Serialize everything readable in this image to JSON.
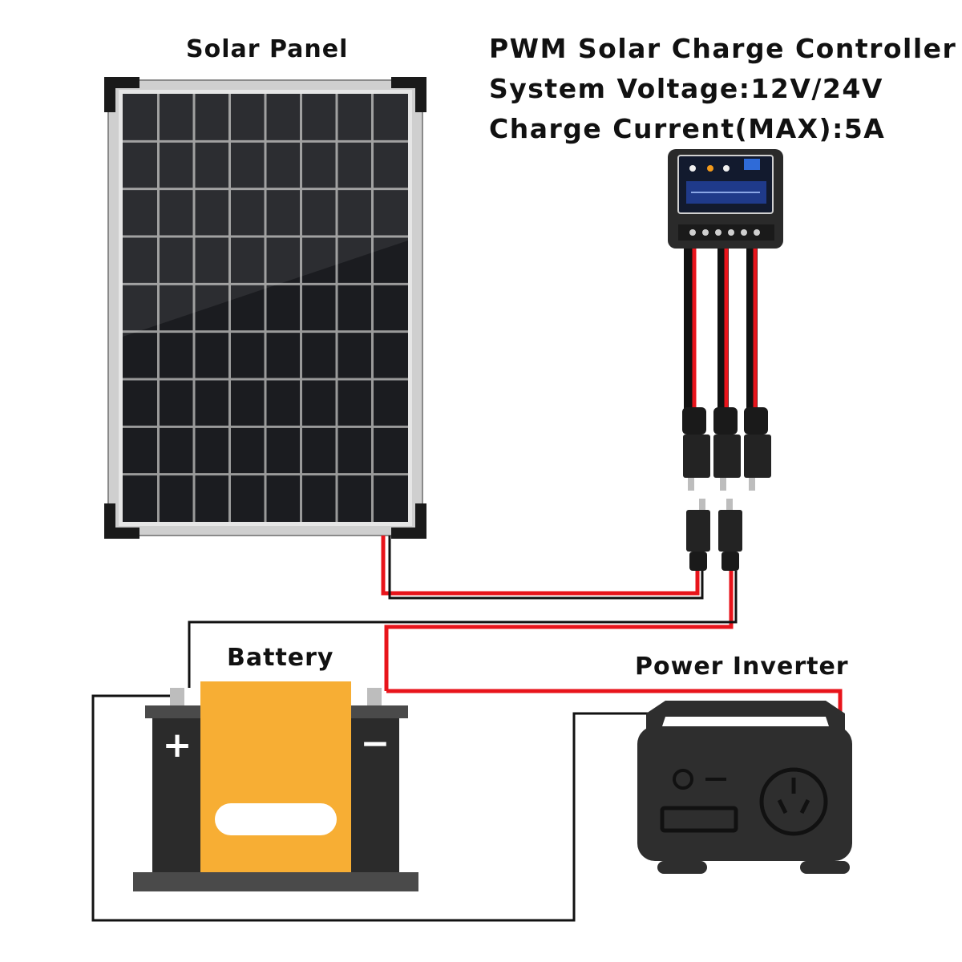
{
  "labels": {
    "solar_panel": "Solar Panel",
    "battery": "Battery",
    "power_inverter": "Power Inverter"
  },
  "controller": {
    "title": "PWM Solar Charge Controller",
    "system_voltage": "System Voltage:12V/24V",
    "charge_current": "Charge Current(MAX):5A"
  },
  "battery_terminals": {
    "positive": "+",
    "negative": "−"
  },
  "colors": {
    "wire_red": "#e8141b",
    "wire_black": "#111111",
    "battery_body": "#f7ae34",
    "battery_case": "#2b2b2b",
    "panel_cell": "#1b1c20",
    "panel_frame": "#c9c9c9",
    "inverter_body": "#2e2e2e"
  }
}
